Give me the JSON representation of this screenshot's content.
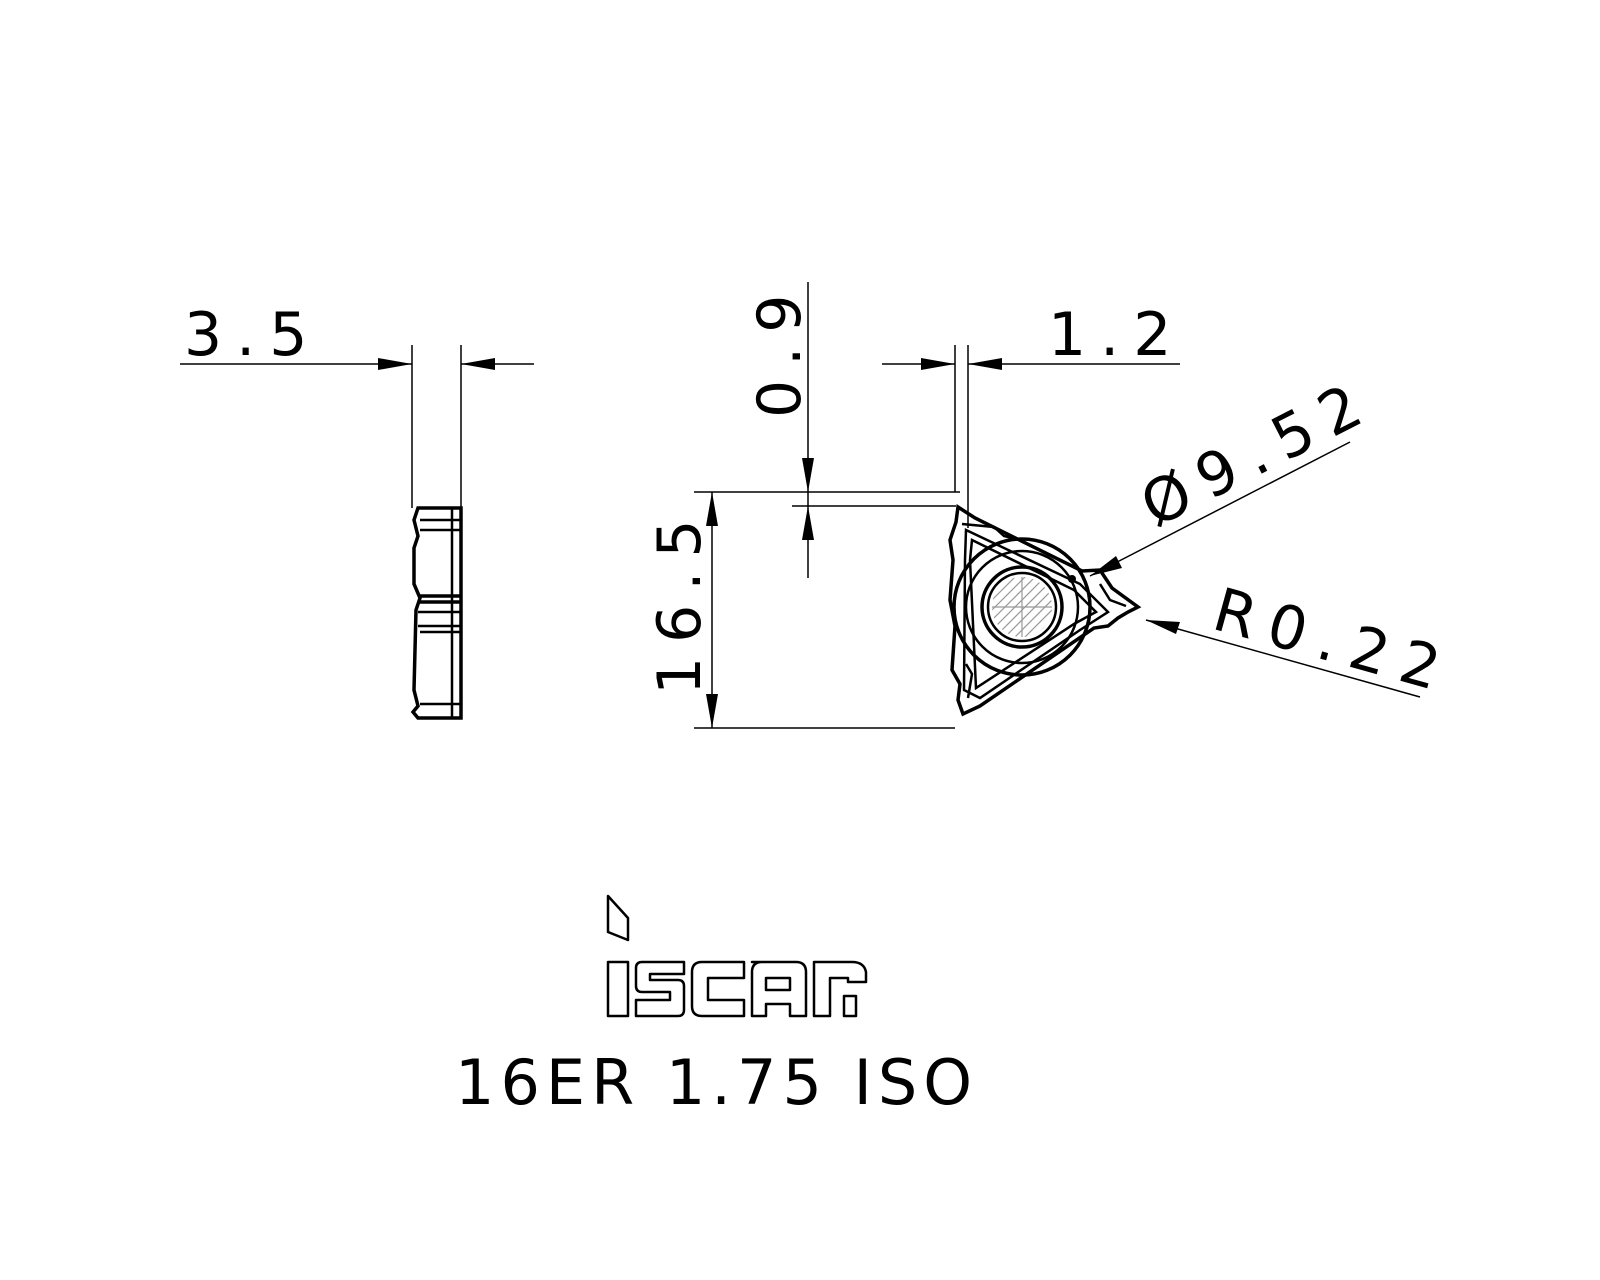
{
  "dimensions": {
    "thickness": "3.5",
    "vertical_offset": "0.9",
    "pitch_offset": "1.2",
    "inscribed_circle": "Ø9.52",
    "corner_radius": "R0.22",
    "height": "16.5"
  },
  "logo": {
    "text": "iscar"
  },
  "designation": "16ER 1.75 ISO",
  "colors": {
    "line": "#000000",
    "background": "#ffffff",
    "section_hatch": "#999999"
  }
}
